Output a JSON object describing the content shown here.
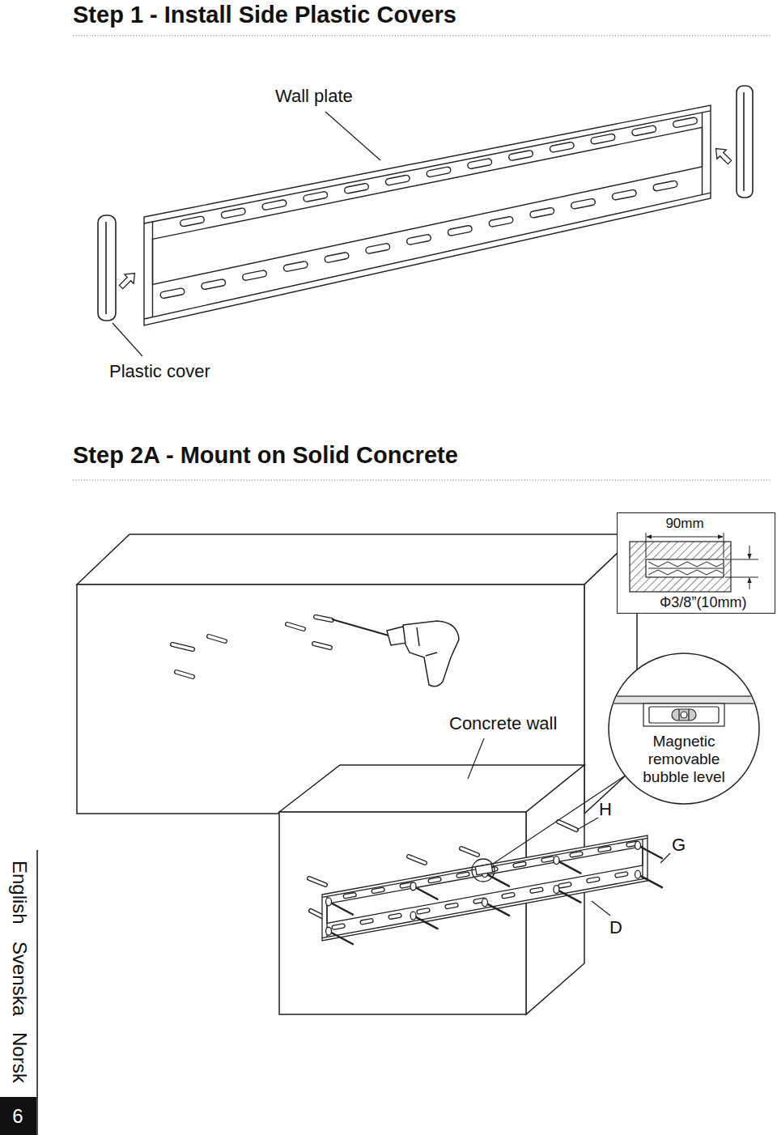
{
  "diagram": {
    "title": "Step 1 - Install Side Plastic Covers",
    "nodes": [
      {
        "text": [
          "90mm",
          "Φ3/8”(10mm)"
        ]
      },
      {
        "text": [
          "Magnetic removable bubble level"
        ]
      },
      {
        "text": [
          "6"
        ]
      }
    ],
    "labels": [
      "Step 2A - Mount on Solid Concrete",
      "Wall plate",
      "Plastic cover",
      "Concrete wall",
      "H",
      "G",
      "D",
      "English",
      "Svenska",
      "Norsk"
    ]
  }
}
